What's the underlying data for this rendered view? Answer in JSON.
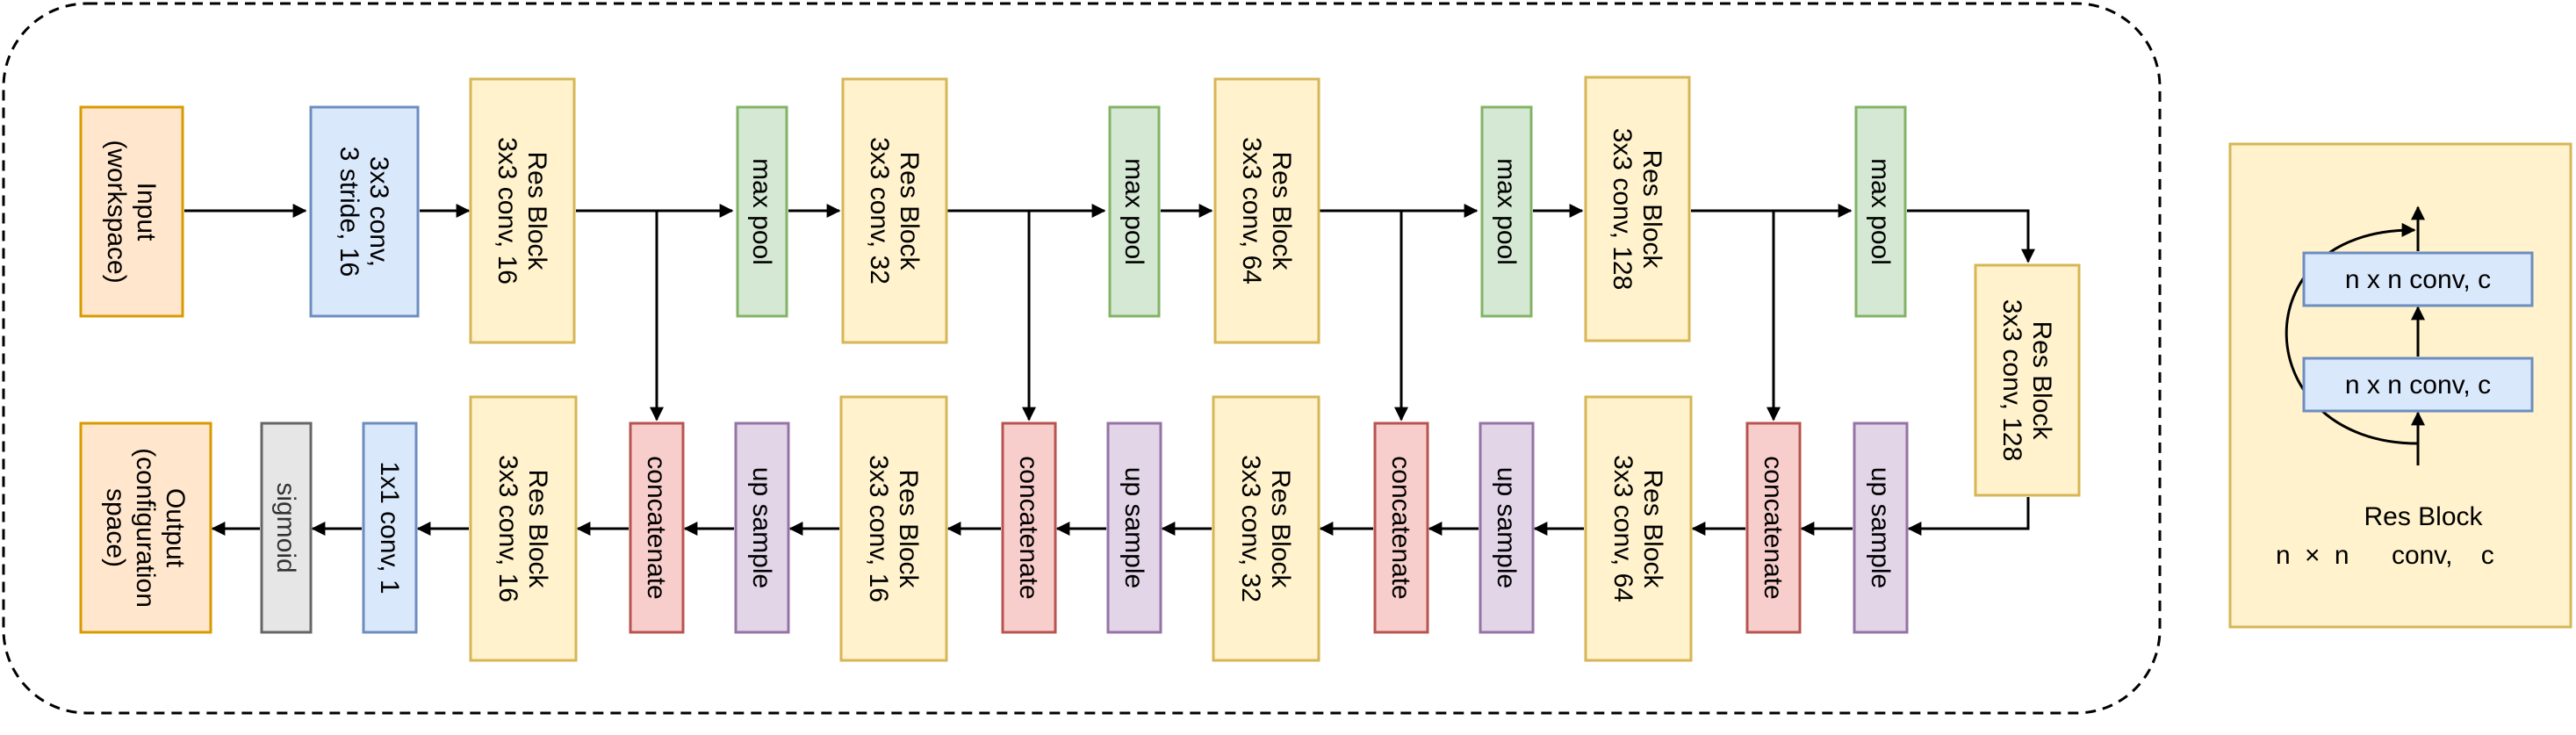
{
  "colors": {
    "io": {
      "fill": "#ffe6cc",
      "stroke": "#d79b00"
    },
    "conv": {
      "fill": "#dae8fc",
      "stroke": "#6c8ebf"
    },
    "res": {
      "fill": "#fff2cc",
      "stroke": "#d6b656"
    },
    "pool": {
      "fill": "#d5e8d4",
      "stroke": "#82b366"
    },
    "concat": {
      "fill": "#f8cecc",
      "stroke": "#b85450"
    },
    "up": {
      "fill": "#e1d5e7",
      "stroke": "#9673a6"
    },
    "sig": {
      "fill": "#e6e6e6",
      "stroke": "#666666"
    },
    "legend_panel": {
      "fill": "#fff2cc",
      "stroke": "#d6b656"
    }
  },
  "encoder": {
    "input": [
      "Input",
      "(workspace)"
    ],
    "stem": [
      "3x3 conv,",
      "3 stride, 16"
    ],
    "res1": [
      "Res Block",
      "3x3 conv, 16"
    ],
    "pool1": [
      "max pool"
    ],
    "res2": [
      "Res Block",
      "3x3 conv, 32"
    ],
    "pool2": [
      "max pool"
    ],
    "res3": [
      "Res Block",
      "3x3 conv, 64"
    ],
    "pool3": [
      "max pool"
    ],
    "res4": [
      "Res Block",
      "3x3 conv, 128"
    ],
    "pool4": [
      "max pool"
    ]
  },
  "bottleneck": {
    "res5": [
      "Res Block",
      "3x3 conv, 128"
    ]
  },
  "decoder": {
    "up4": [
      "up sample"
    ],
    "cat4": [
      "concatenate"
    ],
    "dres4": [
      "Res Block",
      "3x3 conv, 64"
    ],
    "up3": [
      "up sample"
    ],
    "cat3": [
      "concatenate"
    ],
    "dres3": [
      "Res Block",
      "3x3 conv, 32"
    ],
    "up2": [
      "up sample"
    ],
    "cat2": [
      "concatenate"
    ],
    "dres2": [
      "Res Block",
      "3x3 conv, 16"
    ],
    "up1": [
      "up sample"
    ],
    "cat1": [
      "concatenate"
    ],
    "dres1": [
      "Res Block",
      "3x3 conv, 16"
    ],
    "head": [
      "1x1 conv, 1"
    ],
    "sigmoid": [
      "sigmoid"
    ],
    "output": [
      "Output",
      "(configuration",
      "space)"
    ]
  },
  "legend": {
    "conv_top": "n x n conv, c",
    "conv_bottom": "n x n conv, c",
    "title": "Res Block",
    "formula": {
      "n1": "n",
      "times": "×",
      "n2": "n",
      "conv": "conv,",
      "c": "c"
    }
  }
}
